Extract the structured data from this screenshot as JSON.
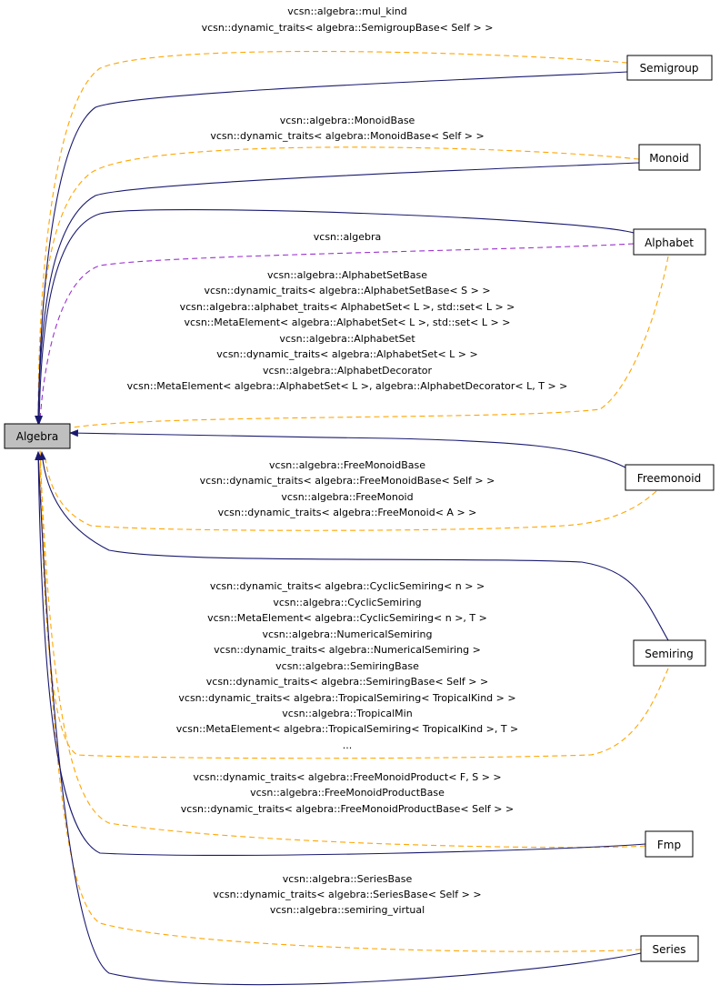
{
  "colors": {
    "inheritance": "#191970",
    "template": "#ffa500",
    "namespace": "#9a32cd",
    "root_fill": "#bfbfbf"
  },
  "nodes": {
    "algebra": "Algebra",
    "semigroup": "Semigroup",
    "monoid": "Monoid",
    "alphabet": "Alphabet",
    "freemonoid": "Freemonoid",
    "semiring": "Semiring",
    "fmp": "Fmp",
    "series": "Series"
  },
  "labels": {
    "semigroup": [
      "vcsn::algebra::mul_kind",
      "vcsn::dynamic_traits< algebra::SemigroupBase< Self > >"
    ],
    "monoid": [
      "vcsn::algebra::MonoidBase",
      "vcsn::dynamic_traits< algebra::MonoidBase< Self > >"
    ],
    "alphabet_ns": [
      "vcsn::algebra"
    ],
    "alphabet": [
      "vcsn::algebra::AlphabetSetBase",
      "vcsn::dynamic_traits< algebra::AlphabetSetBase< S > >",
      "vcsn::algebra::alphabet_traits< AlphabetSet< L >, std::set< L > >",
      "vcsn::MetaElement< algebra::AlphabetSet< L >, std::set< L > >",
      "vcsn::algebra::AlphabetSet",
      "vcsn::dynamic_traits< algebra::AlphabetSet< L > >",
      "vcsn::algebra::AlphabetDecorator",
      "vcsn::MetaElement< algebra::AlphabetSet< L >, algebra::AlphabetDecorator< L, T > >"
    ],
    "freemonoid": [
      "vcsn::algebra::FreeMonoidBase",
      "vcsn::dynamic_traits< algebra::FreeMonoidBase< Self > >",
      "vcsn::algebra::FreeMonoid",
      "vcsn::dynamic_traits< algebra::FreeMonoid< A > >"
    ],
    "semiring": [
      "vcsn::dynamic_traits< algebra::CyclicSemiring< n > >",
      "vcsn::algebra::CyclicSemiring",
      "vcsn::MetaElement< algebra::CyclicSemiring< n >, T >",
      "vcsn::algebra::NumericalSemiring",
      "vcsn::dynamic_traits< algebra::NumericalSemiring >",
      "vcsn::algebra::SemiringBase",
      "vcsn::dynamic_traits< algebra::SemiringBase< Self > >",
      "vcsn::dynamic_traits< algebra::TropicalSemiring< TropicalKind > >",
      "vcsn::algebra::TropicalMin",
      "vcsn::MetaElement< algebra::TropicalSemiring< TropicalKind >, T >",
      "..."
    ],
    "fmp": [
      "vcsn::dynamic_traits< algebra::FreeMonoidProduct< F, S > >",
      "vcsn::algebra::FreeMonoidProductBase",
      "vcsn::dynamic_traits< algebra::FreeMonoidProductBase< Self > >"
    ],
    "series": [
      "vcsn::algebra::SeriesBase",
      "vcsn::dynamic_traits< algebra::SeriesBase< Self > >",
      "vcsn::algebra::semiring_virtual"
    ]
  }
}
